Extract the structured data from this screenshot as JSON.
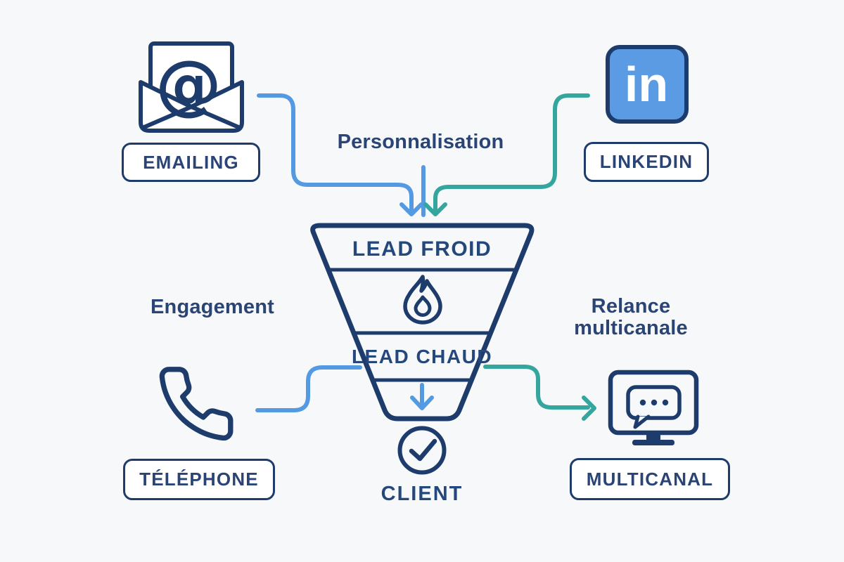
{
  "colors": {
    "navy": "#1d3c6c",
    "text_navy": "#2a4475",
    "blue": "#549ae3",
    "teal": "#35a69e",
    "linkedin_blue": "#5b9be4",
    "background": "#f7f8fa"
  },
  "flow_labels": {
    "personnalisation": "Personnalisation",
    "engagement": "Engagement",
    "relance_line1": "Relance",
    "relance_line2": "multicanale"
  },
  "channel_badges": {
    "emailing": "EMAILING",
    "linkedin": "LINKEDIN",
    "telephone": "TÉLÉPHONE",
    "multicanal": "MULTICANAL"
  },
  "funnel": {
    "stage_top": "LEAD FROID",
    "stage_middle": "LEAD CHAUD",
    "outcome": "CLIENT"
  },
  "icons": {
    "email_at_glyph": "@",
    "linkedin_glyph": "in"
  }
}
